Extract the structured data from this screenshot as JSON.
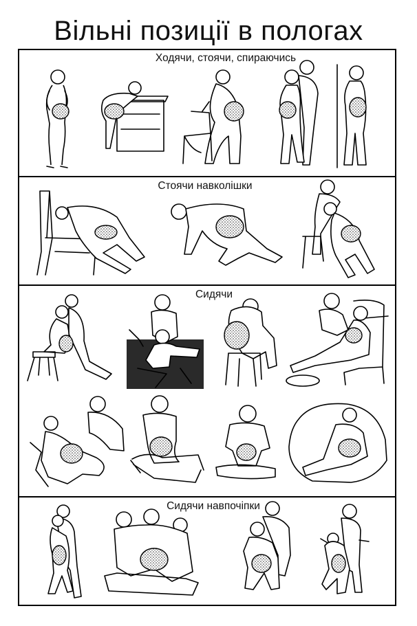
{
  "title": "Вільні позиції в пологах",
  "sections": [
    {
      "label": "Ходячи, стоячи, спираючись"
    },
    {
      "label": "Стоячи навколішки"
    },
    {
      "label": "Сидячи"
    },
    {
      "label": "Сидячи навпочіпки"
    }
  ],
  "colors": {
    "line": "#000000",
    "background": "#ffffff",
    "womb_dots": "#333333"
  }
}
